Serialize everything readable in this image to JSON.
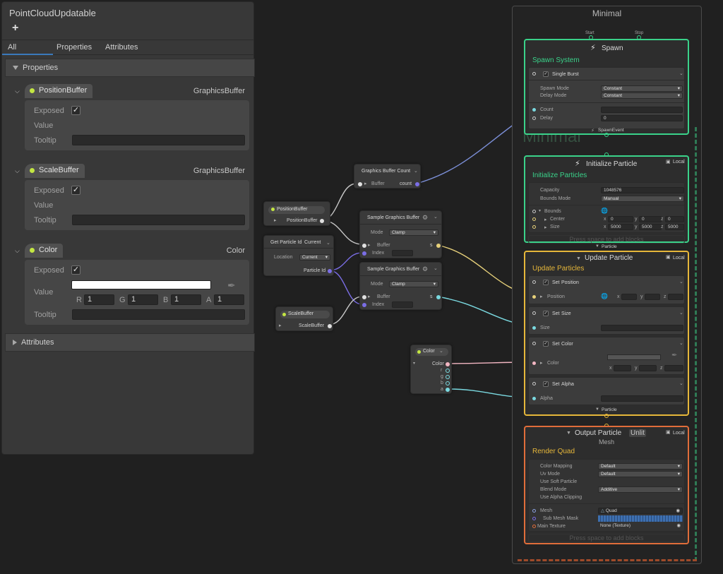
{
  "blackboard": {
    "title": "PointCloudUpdatable",
    "add": "+",
    "tabs": [
      "All",
      "Properties",
      "Attributes"
    ],
    "properties_section": "Properties",
    "attributes_section": "Attributes",
    "props": [
      {
        "name": "PositionBuffer",
        "type": "GraphicsBuffer",
        "exposed": "Exposed",
        "value": "Value",
        "tooltip": "Tooltip"
      },
      {
        "name": "ScaleBuffer",
        "type": "GraphicsBuffer",
        "exposed": "Exposed",
        "value": "Value",
        "tooltip": "Tooltip"
      },
      {
        "name": "Color",
        "type": "Color",
        "exposed": "Exposed",
        "value": "Value",
        "tooltip": "Tooltip",
        "channels": [
          {
            "l": "R",
            "v": "1"
          },
          {
            "l": "G",
            "v": "1"
          },
          {
            "l": "B",
            "v": "1"
          },
          {
            "l": "A",
            "v": "1"
          }
        ]
      }
    ],
    "check": "✓"
  },
  "nodes": {
    "position_buffer": {
      "title": "PositionBuffer",
      "out": "PositionBuffer"
    },
    "scale_buffer": {
      "title": "ScaleBuffer",
      "out": "ScaleBuffer"
    },
    "particle_id": {
      "title": "Get Particle Id",
      "mode": "Current",
      "location_label": "Location",
      "location": "Current",
      "out": "Particle Id"
    },
    "gb_count": {
      "title": "Graphics Buffer Count",
      "in": "Buffer",
      "out": "count"
    },
    "sample1": {
      "title": "Sample Graphics Buffer",
      "mode_label": "Mode",
      "mode": "Clamp",
      "buffer": "Buffer",
      "index": "Index",
      "out": "s"
    },
    "sample2": {
      "title": "Sample Graphics Buffer",
      "mode_label": "Mode",
      "mode": "Clamp",
      "buffer": "Buffer",
      "index": "Index",
      "out": "s"
    },
    "color": {
      "title": "Color",
      "out": "Color",
      "r": "r",
      "g": "g",
      "b": "b",
      "a": "a"
    }
  },
  "system": {
    "name": "Minimal",
    "ghost": "Minimal",
    "start": "Start",
    "stop": "Stop",
    "spawn": {
      "title": "Spawn",
      "sub": "Spawn System",
      "block": "Single Burst",
      "spawn_mode_label": "Spawn Mode",
      "spawn_mode": "Constant",
      "delay_mode_label": "Delay Mode",
      "delay_mode": "Constant",
      "count_label": "Count",
      "delay_label": "Delay",
      "delay": "0",
      "event": "SpawnEvent"
    },
    "init": {
      "title": "Initialize Particle",
      "sub": "Initialize Particles",
      "local": "Local",
      "capacity_label": "Capacity",
      "capacity": "1048576",
      "bounds_mode_label": "Bounds Mode",
      "bounds_mode": "Manual",
      "bounds_label": "Bounds",
      "center_label": "Center",
      "size_label": "Size",
      "center": {
        "x": "0",
        "y": "0",
        "z": "0"
      },
      "size": {
        "x": "5000",
        "y": "5000",
        "z": "5000"
      },
      "press": "Press space to add blocks",
      "flow": "Particle"
    },
    "update": {
      "title": "Update Particle",
      "sub": "Update Particles",
      "local": "Local",
      "blocks": [
        {
          "set": "Set",
          "attr": "Position",
          "field": "Position"
        },
        {
          "set": "Set",
          "attr": "Size",
          "field": "Size"
        },
        {
          "set": "Set",
          "attr": "Color",
          "field": "Color"
        },
        {
          "set": "Set",
          "attr": "Alpha",
          "field": "Alpha"
        }
      ],
      "xyz": {
        "x": "x",
        "y": "y",
        "z": "z"
      },
      "flow": "Particle"
    },
    "output": {
      "title": "Output Particle",
      "tag": "Unlit",
      "mesh_title": "Mesh",
      "sub": "Render Quad",
      "local": "Local",
      "rows": [
        {
          "l": "Color Mapping",
          "v": "Default"
        },
        {
          "l": "Uv Mode",
          "v": "Default"
        },
        {
          "l": "Use Soft Particle",
          "v": ""
        },
        {
          "l": "Blend Mode",
          "v": "Additive"
        },
        {
          "l": "Use Alpha Clipping",
          "v": ""
        }
      ],
      "mesh_label": "Mesh",
      "mesh": "Quad",
      "submesh_label": "Sub Mesh Mask",
      "tex_label": "Main Texture",
      "tex": "None (Texture)",
      "press": "Press space to add blocks"
    }
  },
  "colors": {
    "spawn": "#3ad28a",
    "update": "#e6b73a",
    "output": "#e06d3a",
    "port_buffer": "#7b6ee6",
    "port_float": "#7ad9e0",
    "port_color": "#f2b6c2",
    "property": "#c3e642"
  }
}
